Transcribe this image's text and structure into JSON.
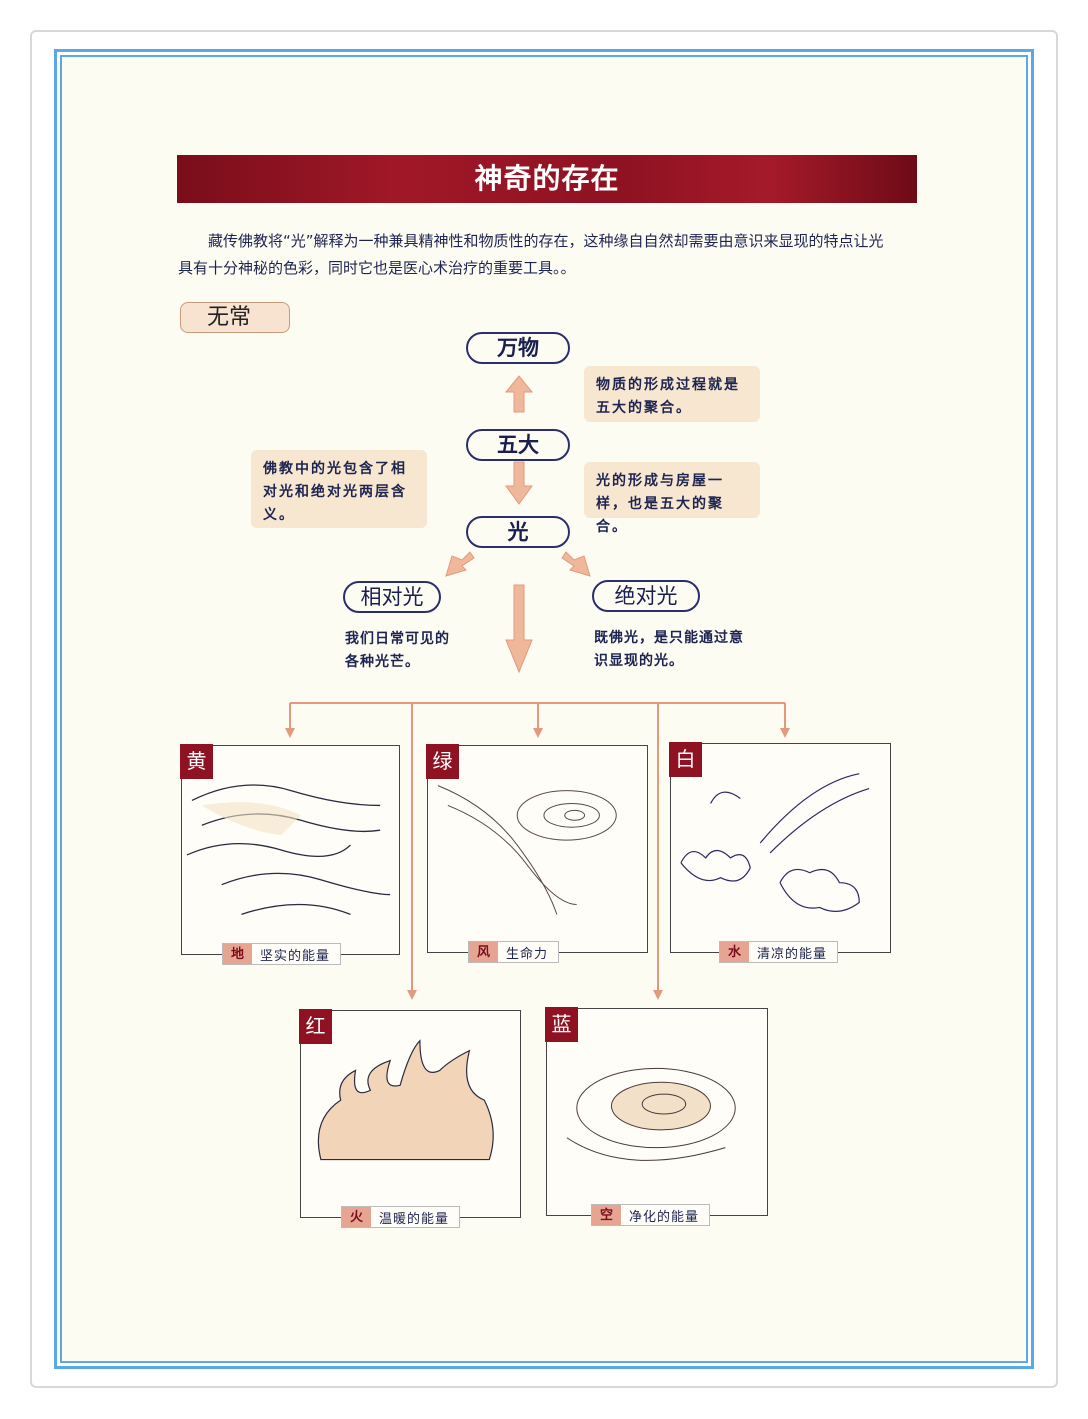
{
  "title": "神奇的存在",
  "intro": "藏传佛教将“光”解释为一种兼具精神性和物质性的存在，这种缘自自然却需要由意识来显现的特点让光具有十分神秘的色彩，同时它也是医心术治疗的重要工具。。",
  "section_tag": "无常",
  "diagram": {
    "wanwu": "万物",
    "wuda": "五大",
    "guang": "光",
    "relative": "相对光",
    "absolute": "绝对光",
    "note_matter": "物质的形成过程就是五大的聚合。",
    "note_light_form": "光的形成与房屋一样，也是五大的聚合。",
    "note_buddhism": "佛教中的光包含了相对光和绝对光两层含义。",
    "relative_desc": "我们日常可见的各种光芒。",
    "absolute_desc": "既佛光，是只能通过意识显现的光。"
  },
  "panels": [
    {
      "color": "黄",
      "element": "地",
      "caption": "坚实的能量"
    },
    {
      "color": "绿",
      "element": "风",
      "caption": "生命力"
    },
    {
      "color": "白",
      "element": "水",
      "caption": "清凉的能量"
    },
    {
      "color": "红",
      "element": "火",
      "caption": "温暖的能量"
    },
    {
      "color": "蓝",
      "element": "空",
      "caption": "净化的能量"
    }
  ]
}
